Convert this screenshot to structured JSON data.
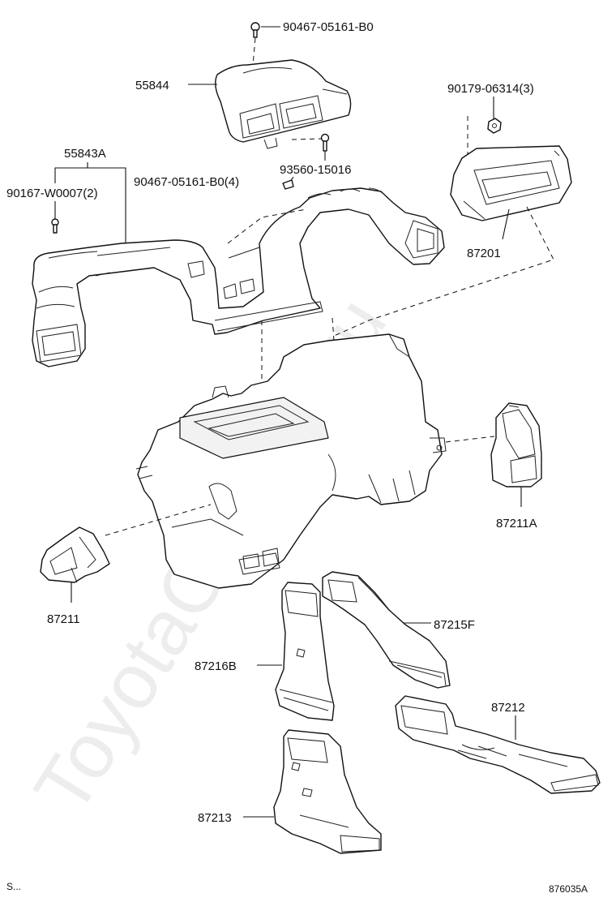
{
  "watermark": "ToyotaCarMini.ru",
  "footer": {
    "left": "S...",
    "right": "876035A"
  },
  "labels": {
    "screw_top": "90467-05161-B0",
    "duct_55844": "55844",
    "duct_55843a": "55843A",
    "clip_90167": "90167-W0007(2)",
    "screw_90467_4": "90467-05161-B0(4)",
    "clip_93560": "93560-15016",
    "nut_90179": "90179-06314(3)",
    "vent_87201": "87201",
    "duct_87211a": "87211A",
    "duct_87211": "87211",
    "duct_87215f": "87215F",
    "duct_87216b": "87216B",
    "duct_87212": "87212",
    "duct_87213": "87213"
  }
}
